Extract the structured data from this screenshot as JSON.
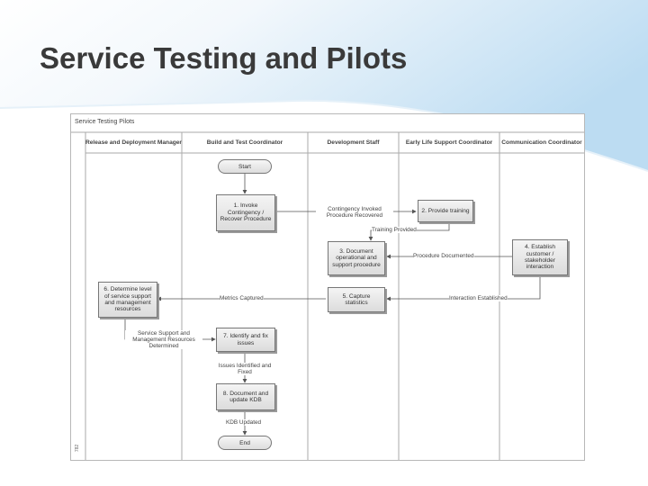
{
  "slide": {
    "title": "Service Testing and Pilots"
  },
  "diagram": {
    "pool_title": "Service Testing Pilots",
    "page_number": "782",
    "lanes": [
      "Release and Deployment Manager",
      "Build and Test Coordinator",
      "Development Staff",
      "Early Life Support Coordinator",
      "Communication Coordinator"
    ],
    "nodes": {
      "start": "Start",
      "n1": "1. Invoke Contingency / Recover Procedure",
      "n2": "2. Provide training",
      "n3": "3. Document operational and support procedure",
      "n4": "4. Establish customer / stakeholder interaction",
      "n5": "5. Capture statistics",
      "n6": "6. Determine level of service support and management resources",
      "n7": "7. Identify and fix issues",
      "n8": "8. Document and update KDB",
      "end": "End"
    },
    "flow_labels": {
      "contingency": "Contingency Invoked Procedure Recovered",
      "training": "Training Provided",
      "procedure": "Procedure Documented",
      "interaction": "Interaction Established",
      "metrics": "Metrics Captured",
      "service_support": "Service Support and Management Resources Determined",
      "issues": "Issues Identified and Fixed",
      "kdb": "KDB Updated"
    }
  }
}
